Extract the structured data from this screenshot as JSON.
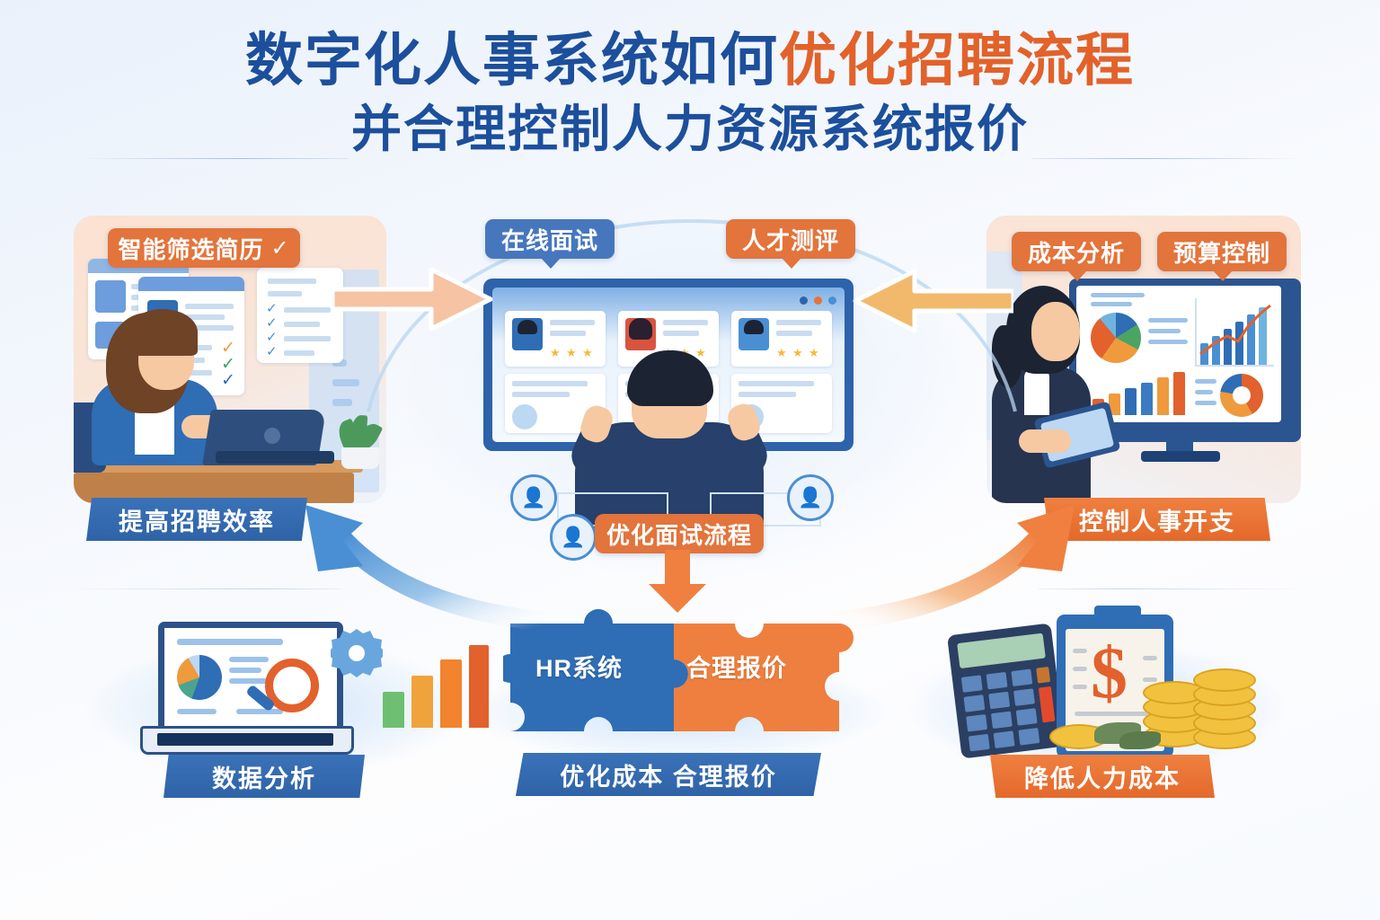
{
  "title": {
    "line1_blue": "数字化人事系统如何",
    "line1_orange": "优化招聘流程",
    "line2": "并合理控制人力资源系统报价"
  },
  "colors": {
    "brand_blue": "#1c4f9c",
    "accent_orange": "#e2622a",
    "badge_blue": "#4677bd",
    "badge_orange": "#e2743c",
    "ribbon_blue": "#3a72b8",
    "ribbon_orange": "#ef8040",
    "background": "#eef4fc"
  },
  "left_panel": {
    "badge": "智能筛选简历",
    "badge_icon": "check-icon",
    "ribbon": "提高招聘效率",
    "scene": "hr-recruiter-screening-resumes",
    "resume_count": 3,
    "check_marks": [
      "orange",
      "green",
      "blue"
    ]
  },
  "center_panel": {
    "badge_left": "在线面试",
    "badge_right": "人才测评",
    "badge_bottom": "优化面试流程",
    "scene": "interviewer-reviewing-candidate-screen",
    "candidates": [
      {
        "avatar": "male-avatar",
        "stars": 3
      },
      {
        "avatar": "female-avatar",
        "stars": 3
      },
      {
        "avatar": "male-avatar",
        "stars": 3
      }
    ],
    "window_dots": [
      "#2d63ab",
      "#e2743c",
      "#4a8fd4"
    ],
    "puzzle_left": "HR系统",
    "puzzle_right": "合理报价",
    "ribbon": "优化成本 合理报价"
  },
  "right_panel": {
    "badge_left": "成本分析",
    "badge_right": "预算控制",
    "ribbon": "控制人事开支",
    "scene": "analyst-presenting-cost-dashboard",
    "dashboard_charts": [
      "pie-chart",
      "bar-line-chart",
      "column-chart",
      "donut-chart"
    ]
  },
  "bottom_left": {
    "ribbon": "数据分析",
    "scene": "laptop-analytics-magnifier-gear-barchart",
    "icons": [
      "pie-chart-icon",
      "magnifier-icon",
      "gear-icon",
      "bar-chart-icon"
    ]
  },
  "bottom_right": {
    "ribbon": "降低人力成本",
    "scene": "calculator-invoice-coins",
    "icons": [
      "calculator-icon",
      "clipboard-dollar-icon",
      "coin-stack-icon"
    ],
    "currency_symbol": "$"
  },
  "arrows": {
    "left_to_center": "arrow-right-peach",
    "right_to_center": "arrow-left-orange",
    "center_to_bottom_left": "curved-arrow-blue-up-left",
    "center_to_bottom_right": "curved-arrow-orange-up-right",
    "badge_to_puzzle": "arrow-down-orange"
  }
}
